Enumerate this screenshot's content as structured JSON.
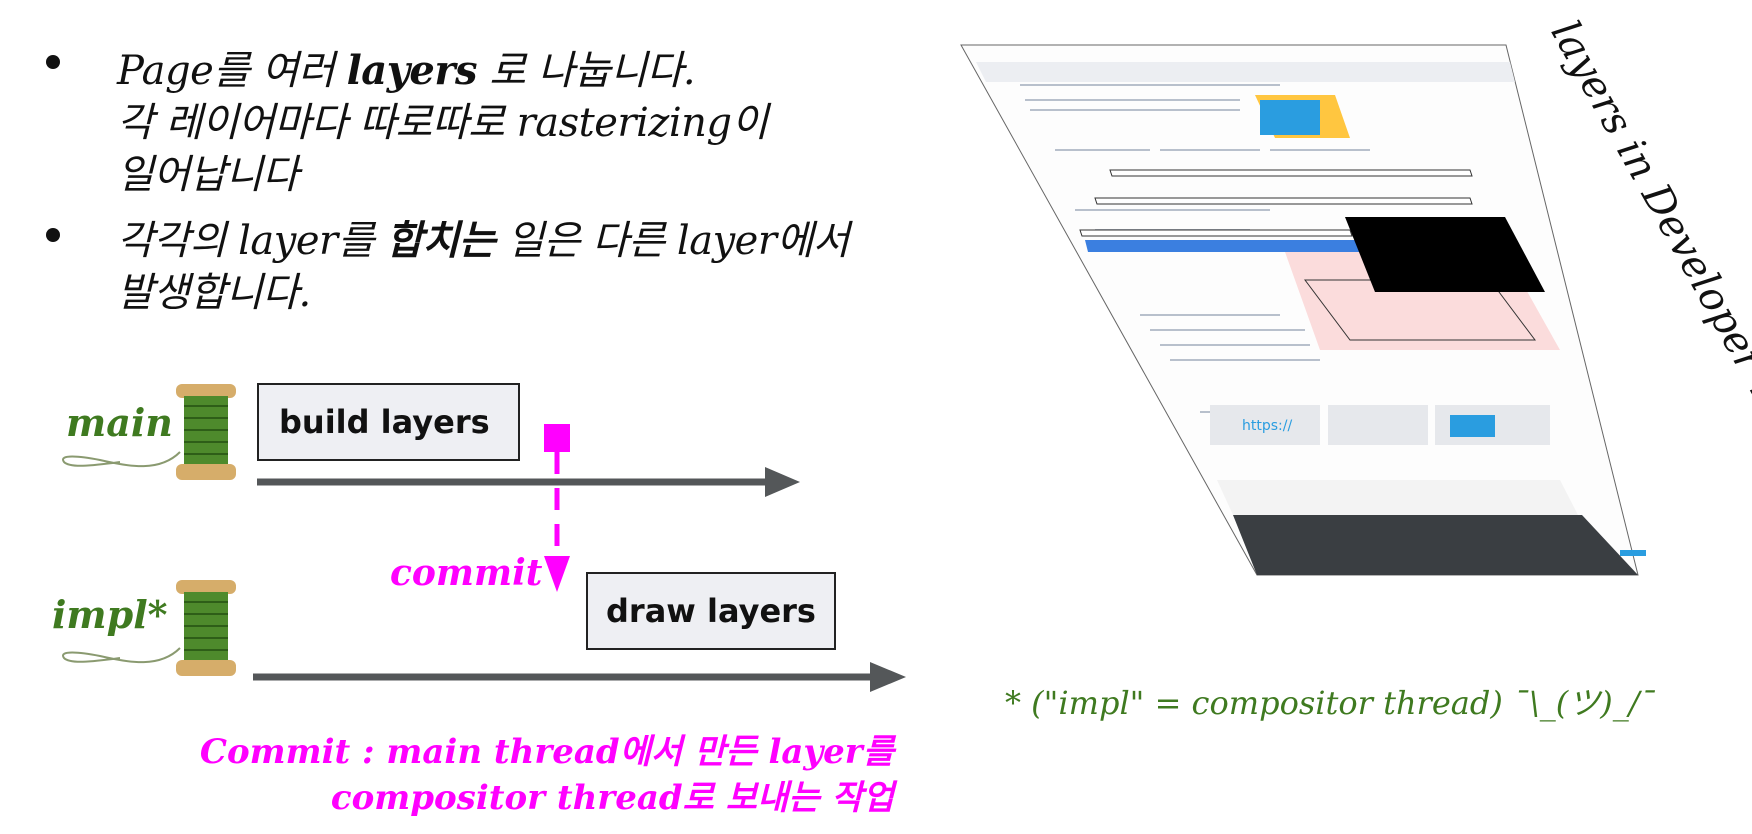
{
  "bullets": [
    {
      "lines": [
        {
          "pre": "Page를 여러 ",
          "bold": "layers",
          "post": " 로 나눕니다."
        },
        {
          "pre": "각 레이어마다 따로따로 rasterizing이",
          "bold": "",
          "post": ""
        },
        {
          "pre": "일어납니다",
          "bold": "",
          "post": ""
        }
      ]
    },
    {
      "lines": [
        {
          "pre": "각각의 layer를 ",
          "bold": "합치는",
          "post": " 일은 다른 layer에서"
        },
        {
          "pre": "발생합니다.",
          "bold": "",
          "post": ""
        }
      ]
    }
  ],
  "diagram": {
    "main_label": "main",
    "impl_label": "impl*",
    "build_box": "build layers",
    "draw_box": "draw layers",
    "commit_label": "commit",
    "commit_note": [
      "Commit : main thread에서 만든 layer를",
      "compositor thread로 보내는 작업"
    ],
    "colors": {
      "thread": "#3f7a20",
      "commit": "#ff00ff",
      "arrow": "#545759",
      "box": "#eeeff3"
    }
  },
  "devtools": {
    "title": "layers in Developer Tools",
    "page_text": [
      "https://"
    ]
  },
  "footnote": "* (\"impl\" = compositor thread) ¯\\_(ツ)_/¯"
}
